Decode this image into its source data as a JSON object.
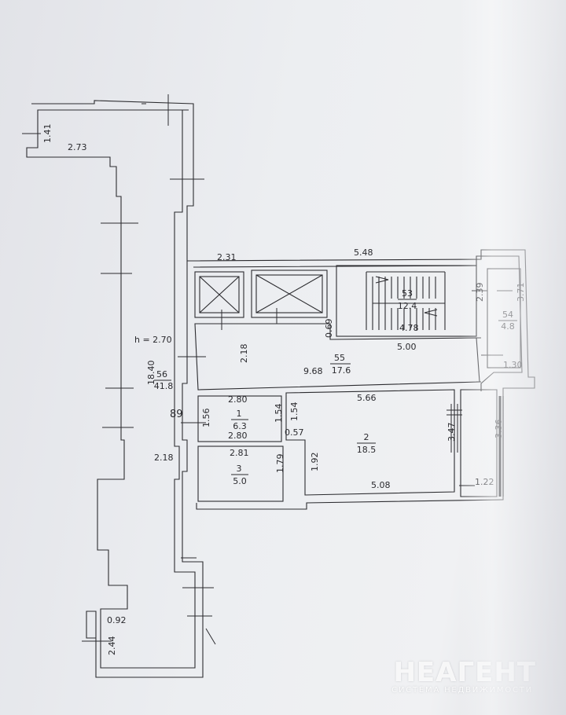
{
  "room_labels": {
    "height": "h = 2.70",
    "r56_num": "56",
    "r56_area": "41.8",
    "r55_num": "55",
    "r55_area": "17.6",
    "r53_num": "53",
    "r53_area": "12.4",
    "r54_num": "54",
    "r54_area": "4.8",
    "r1_num": "1",
    "r1_area": "6.3",
    "r2_num": "2",
    "r2_area": "18.5",
    "r3_num": "3",
    "r3_area": "5.0"
  },
  "dimensions": {
    "d_1_41": "1.41",
    "d_2_73": "2.73",
    "d_18_40": "18.40",
    "d_2_18_left": "2.18",
    "d_2_31": "2.31",
    "d_5_48": "5.48",
    "d_2_39": "2.39",
    "d_3_71": "3.71",
    "d_4_78": "4.78",
    "d_0_69": "0.69",
    "d_5_00": "5.00",
    "d_2_18_mid": "2.18",
    "d_9_68": "9.68",
    "d_1_30": "1.30",
    "d_89": "89",
    "d_2_80_top": "2.80",
    "d_1_56": "1.56",
    "d_1_54_a": "1.54",
    "d_1_54_b": "1.54",
    "d_2_80_bot": "2.80",
    "d_0_57": "0.57",
    "d_5_66": "5.66",
    "d_3_47": "3.47",
    "d_3_36": "3.36",
    "d_2_81": "2.81",
    "d_1_79": "1.79",
    "d_1_92": "1.92",
    "d_5_08": "5.08",
    "d_1_22": "1.22",
    "d_0_92": "0.92",
    "d_2_44": "2.44"
  },
  "watermark": {
    "brand": "НЕАГЕНТ",
    "tagline": "СИСТЕМА НЕДВИЖИМОСТИ"
  },
  "colors": {
    "line": "#2c2c30",
    "paper": "#eceef1"
  }
}
